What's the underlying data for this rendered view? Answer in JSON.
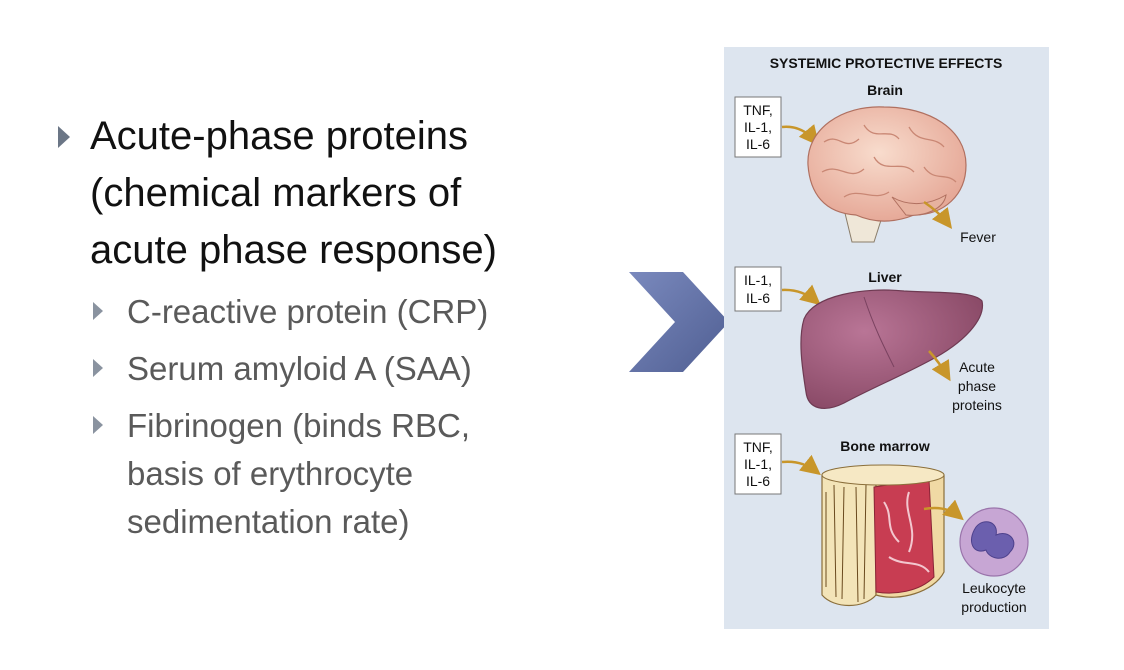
{
  "main_bullet": {
    "lines": [
      "Acute-phase proteins",
      "(chemical markers of",
      "acute phase response)"
    ]
  },
  "sub_bullets": [
    {
      "lines": [
        "C-reactive protein (CRP)"
      ]
    },
    {
      "lines": [
        "Serum amyloid A (SAA)"
      ]
    },
    {
      "lines": [
        "Fibrinogen (binds RBC,",
        "basis of erythrocyte",
        "sedimentation rate)"
      ]
    }
  ],
  "figure": {
    "title": "SYSTEMIC PROTECTIVE EFFECTS",
    "panels": [
      {
        "organ": "Brain",
        "cytokines": [
          "TNF,",
          "IL-1,",
          "IL-6"
        ],
        "effect": [
          "Fever"
        ]
      },
      {
        "organ": "Liver",
        "cytokines": [
          "IL-1,",
          "IL-6"
        ],
        "effect": [
          "Acute",
          "phase",
          "proteins"
        ]
      },
      {
        "organ": "Bone marrow",
        "cytokines": [
          "TNF,",
          "IL-1,",
          "IL-6"
        ],
        "effect": [
          "Leukocyte",
          "production"
        ]
      }
    ]
  },
  "colors": {
    "bullet_arrow": "#6b7686",
    "chevron": "#5e6ea3",
    "figure_bg": "#dde5ef",
    "brain": "#f2c9b8",
    "liver": "#a2607f",
    "bone": "#f3e4b8",
    "marrow": "#c83d52",
    "leukocyte": "#c7a6d4"
  },
  "icons": [
    "bullet-arrow-icon",
    "chevron-arrow-icon"
  ]
}
